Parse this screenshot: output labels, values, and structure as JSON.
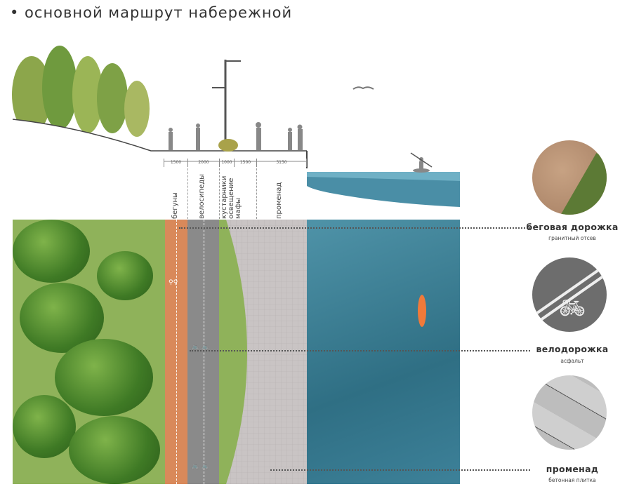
{
  "title": "• основной маршрут набережной",
  "section": {
    "dimensions": [
      "1500",
      "2000",
      "1000",
      "1500",
      "3150"
    ],
    "zones": [
      "бегуны",
      "велосипеды",
      "кустарники\nосвещение\nмафы",
      "променад"
    ]
  },
  "materials": [
    {
      "title": "беговая дорожка",
      "subtitle": "гранитный отсев"
    },
    {
      "title": "велодорожка",
      "subtitle": "асфальт"
    },
    {
      "title": "променад",
      "subtitle": "бетонная плитка"
    }
  ],
  "colors": {
    "running": "#d9895a",
    "bike": "#8a8a8a",
    "promenade": "#c9c4c4",
    "water": "#3f7f93",
    "grass": "#8fb25a"
  }
}
